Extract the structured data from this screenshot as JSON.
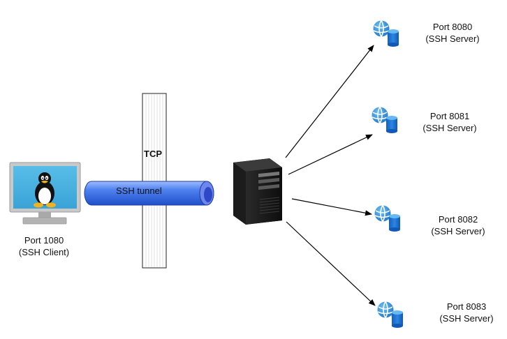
{
  "client": {
    "port": "Port 1080",
    "role": "(SSH Client)",
    "icon": "linux-monitor-icon"
  },
  "tcp_label": "TCP",
  "tunnel_label": "SSH tunnel",
  "server": {
    "icon": "server-tower-icon"
  },
  "targets": [
    {
      "port": "Port 8080",
      "role": "(SSH Server)",
      "icon": "web-database-icon"
    },
    {
      "port": "Port 8081",
      "role": "(SSH Server)",
      "icon": "web-database-icon"
    },
    {
      "port": "Port 8082",
      "role": "(SSH Server)",
      "icon": "web-database-icon"
    },
    {
      "port": "Port 8083",
      "role": "(SSH Server)",
      "icon": "web-database-icon"
    }
  ],
  "colors": {
    "monitor_screen": "#45aede",
    "tunnel": "#3a6fe0",
    "tunnel_end": "#5a74e8",
    "globe": "#2b8ad6",
    "database": "#1468c4"
  }
}
